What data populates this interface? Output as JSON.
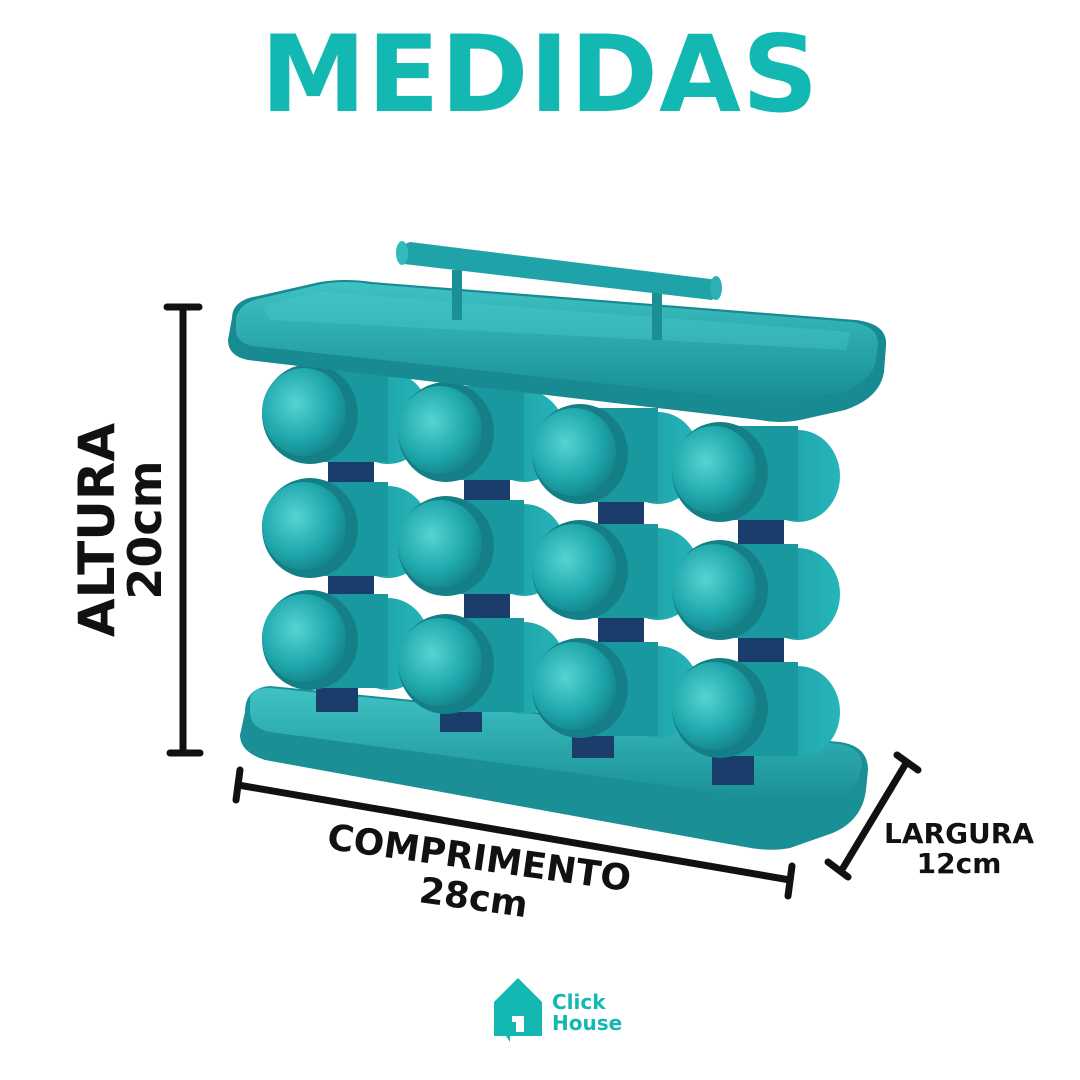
{
  "title": "MEDIDAS",
  "altura": {
    "label": "ALTURA",
    "value": "20cm"
  },
  "comprimento": {
    "label": "COMPRIMENTO",
    "value": "28cm"
  },
  "largura": {
    "label": "LARGURA",
    "value": "12cm"
  },
  "logo": {
    "line1": "Click",
    "line2": "House"
  },
  "colors": {
    "brand": "#14b8b2",
    "product": "#1f9ea3",
    "product_dark": "#1b3d6b",
    "lines": "#111111"
  }
}
